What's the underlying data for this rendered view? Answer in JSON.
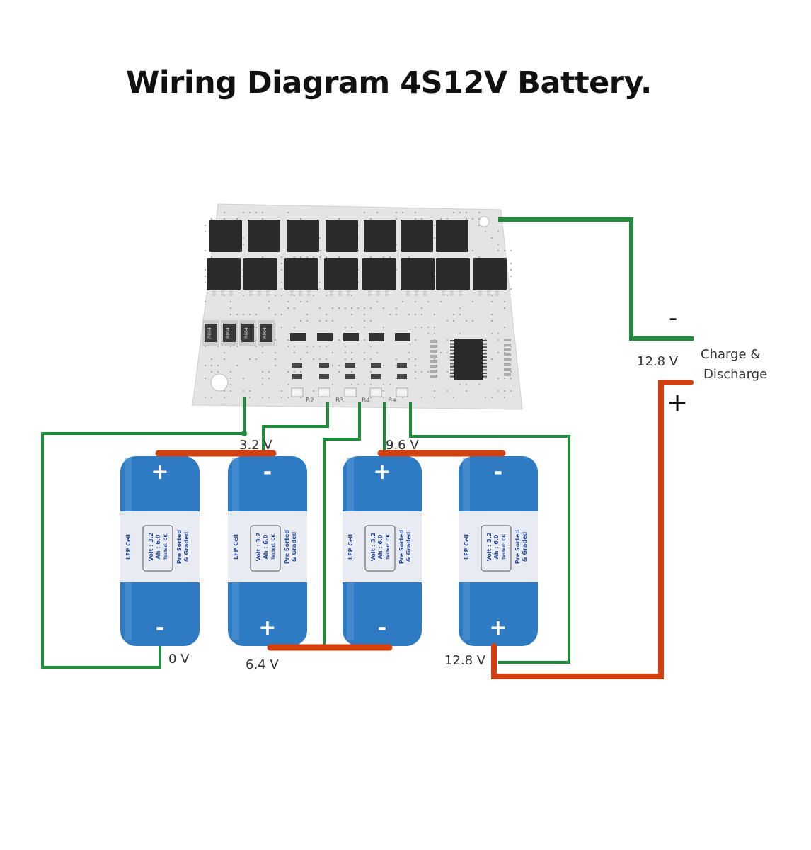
{
  "title": "Wiring Diagram 4S12V Battery.",
  "colors": {
    "balance_wire": "#1e8c3a",
    "series_wire": "#d2400f",
    "cell_body": "#2e7bc4",
    "cell_label_bg": "#e8ecf2",
    "pcb": "#e6e6e6",
    "mosfet": "#2b2b2b"
  },
  "bms": {
    "pin_labels": [
      "B2",
      "B3",
      "B4",
      "B+"
    ],
    "resistor_marking": "R004"
  },
  "output": {
    "voltage_label": "12.8 V",
    "terminal_label_line1": "Charge &",
    "terminal_label_line2": "Discharge",
    "negative_sign": "-",
    "positive_sign": "+"
  },
  "cells": [
    {
      "top_sign": "+",
      "bottom_sign": "-",
      "brand": "LFP Cell",
      "volt": "Volt : 3.2",
      "ah": "Ah : 6.0",
      "tested": "Tested: OK",
      "graded1": "Pre Sorted",
      "graded2": "& Graded"
    },
    {
      "top_sign": "-",
      "bottom_sign": "+",
      "brand": "LFP Cell",
      "volt": "Volt : 3.2",
      "ah": "Ah : 6.0",
      "tested": "Tested: OK",
      "graded1": "Pre Sorted",
      "graded2": "& Graded"
    },
    {
      "top_sign": "+",
      "bottom_sign": "-",
      "brand": "LFP Cell",
      "volt": "Volt : 3.2",
      "ah": "Ah : 6.0",
      "tested": "Tested: OK",
      "graded1": "Pre Sorted",
      "graded2": "& Graded"
    },
    {
      "top_sign": "-",
      "bottom_sign": "+",
      "brand": "LFP Cell",
      "volt": "Volt : 3.2",
      "ah": "Ah : 6.0",
      "tested": "Tested: OK",
      "graded1": "Pre Sorted",
      "graded2": "& Graded"
    }
  ],
  "node_labels": {
    "v0": "0 V",
    "v32": "3.2 V",
    "v64": "6.4 V",
    "v96": "9.6 V",
    "v128": "12.8 V"
  }
}
